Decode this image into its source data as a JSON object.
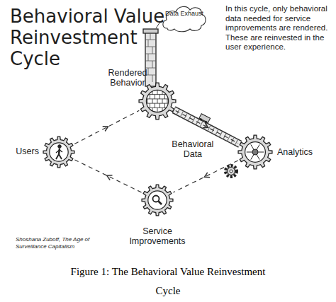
{
  "diagram": {
    "title": "Behavioral Value Reinvestment Cycle",
    "caption": "Figure 1: The Behavioral Value Reinvestment Cycle",
    "nodes": [
      {
        "text": [
          "Data Exhaust"
        ]
      },
      {
        "text": [
          "Rendered Behavior"
        ]
      },
      {
        "text": [
          "Users"
        ]
      },
      {
        "text": [
          "Analytics"
        ]
      },
      {
        "text": [
          "Service Improvements"
        ]
      }
    ],
    "edges": [
      {
        "from": 2,
        "to": 1,
        "arrow": "to"
      },
      {
        "from": 1,
        "to": 3,
        "label": "Behavioral Data",
        "arrow": "none"
      },
      {
        "from": 1,
        "to": 3,
        "arrow": "to"
      },
      {
        "from": 3,
        "to": 4,
        "arrow": "to"
      },
      {
        "from": 4,
        "to": 2,
        "arrow": "to"
      }
    ],
    "labels": [
      "In this cycle, only behavioral data needed for service improvements are rendered. These are reinvested in the user experience.",
      "Shoshana Zuboff, The Age of Surveillance Capitalism"
    ]
  }
}
